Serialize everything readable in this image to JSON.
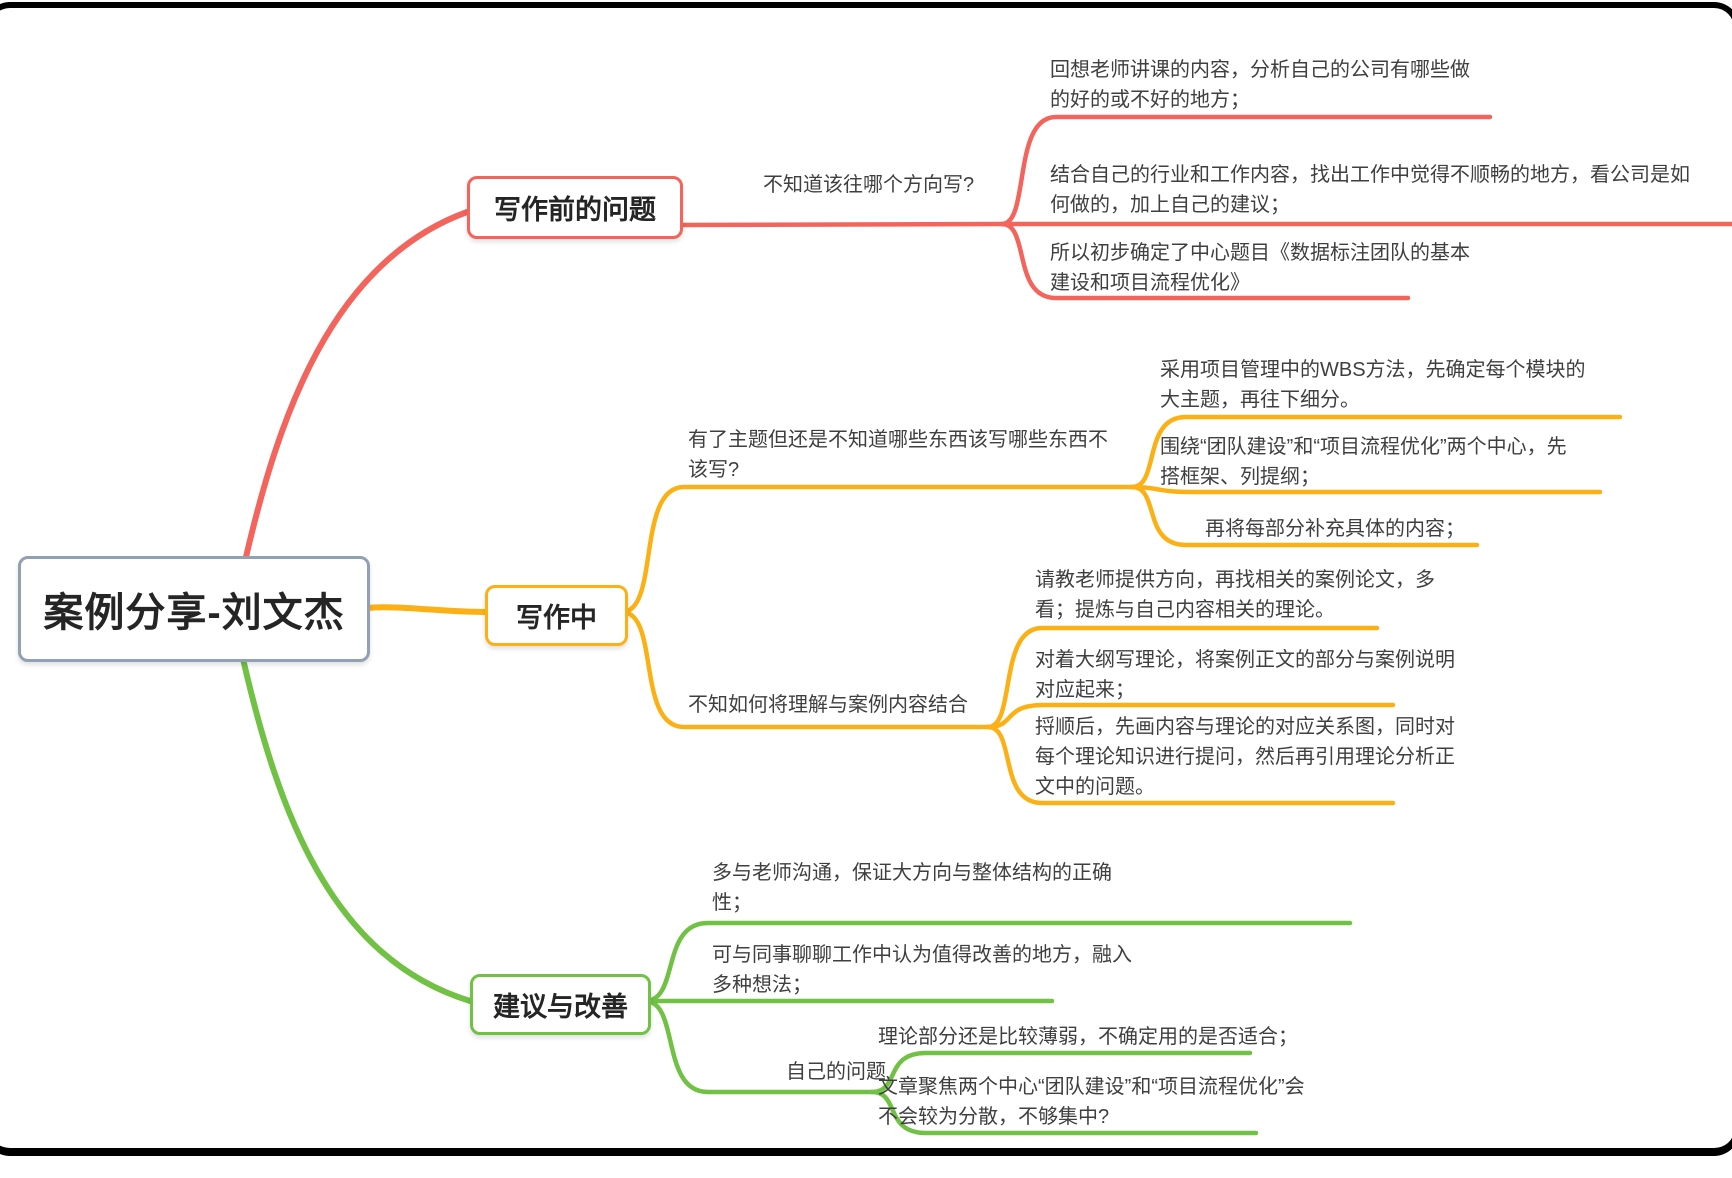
{
  "central": {
    "label": "案例分享-刘文杰"
  },
  "colors": {
    "central_border": "#92a0b4",
    "pre_writing": "#f2645c",
    "writing": "#fbb116",
    "suggest": "#71c145"
  },
  "pre_writing": {
    "topic": "写作前的问题",
    "question": "不知道该往哪个方向写?",
    "children": [
      "回想老师讲课的内容，分析自己的公司有哪些做的好的或不好的地方；",
      "结合自己的行业和工作内容，找出工作中觉得不顺畅的地方，看公司是如何做的，加上自己的建议；",
      "所以初步确定了中心题目《数据标注团队的基本建设和项目流程优化》"
    ]
  },
  "writing": {
    "topic": "写作中",
    "questions": [
      {
        "label": "有了主题但还是不知道哪些东西该写哪些东西不该写?",
        "children": [
          "采用项目管理中的WBS方法，先确定每个模块的大主题，再往下细分。",
          "围绕“团队建设”和“项目流程优化”两个中心，先搭框架、列提纲；",
          "再将每部分补充具体的内容；"
        ]
      },
      {
        "label": "不知如何将理解与案例内容结合",
        "children": [
          "请教老师提供方向，再找相关的案例论文，多看；提炼与自己内容相关的理论。",
          "对着大纲写理论，将案例正文的部分与案例说明对应起来；",
          "捋顺后，先画内容与理论的对应关系图，同时对每个理论知识进行提问，然后再引用理论分析正文中的问题。"
        ]
      }
    ]
  },
  "suggest": {
    "topic": "建议与改善",
    "children": [
      "多与老师沟通，保证大方向与整体结构的正确性；",
      "可与同事聊聊工作中认为值得改善的地方，融入多种想法；"
    ],
    "sub": {
      "label": "自己的问题",
      "children": [
        "理论部分还是比较薄弱，不确定用的是否适合；",
        "文章聚焦两个中心“团队建设”和“项目流程优化”会不会较为分散，不够集中?"
      ]
    }
  }
}
